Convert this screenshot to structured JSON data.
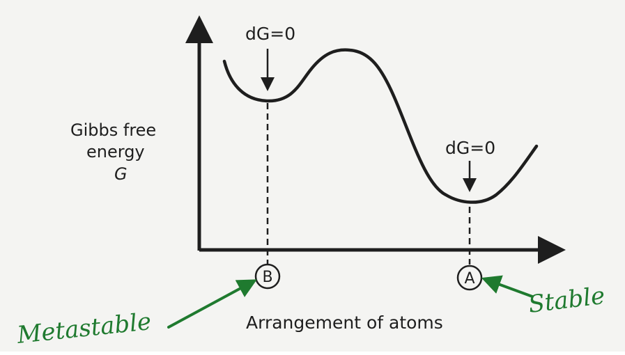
{
  "y_axis_label": {
    "line1": "Gibbs free",
    "line2": "energy",
    "symbol": "G"
  },
  "x_axis_label": "Arrangement of atoms",
  "annotations": {
    "left_minimum_label": "dG=0",
    "right_minimum_label": "dG=0",
    "point_b": "B",
    "point_a": "A",
    "metastable_note": "Metastable",
    "stable_note": "Stable"
  },
  "colors": {
    "ink": "#1e1e1e",
    "handwriting": "#1f7a2f",
    "background": "#f4f4f2"
  }
}
